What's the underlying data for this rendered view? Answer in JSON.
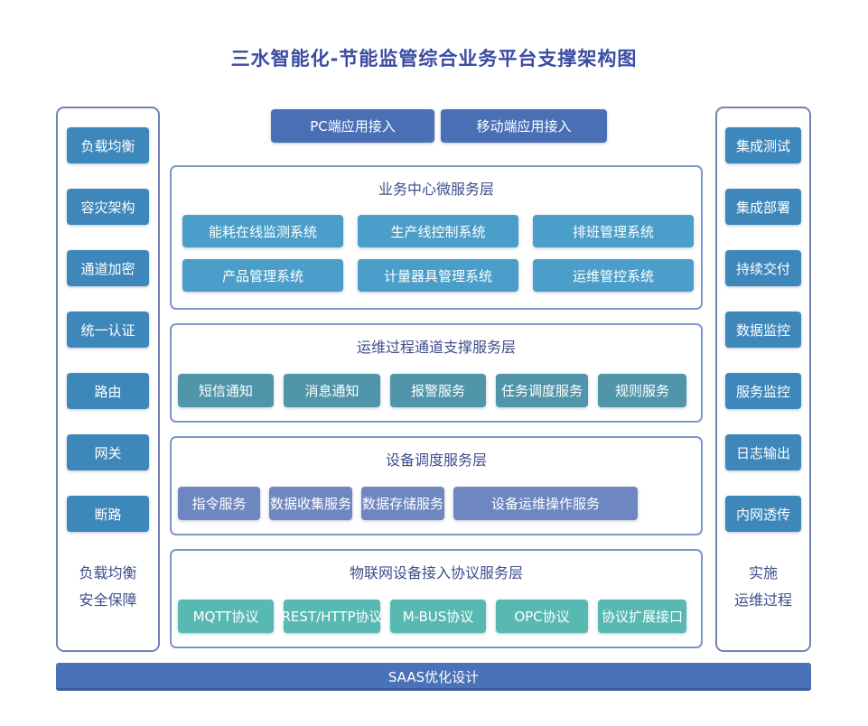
{
  "title": "三水智能化-节能监管综合业务平台支撑架构图",
  "top_boxes": [
    "PC端应用接入",
    "移动端应用接入"
  ],
  "left_panel": {
    "items": [
      "负载均衡",
      "容灾架构",
      "通道加密",
      "统一认证",
      "路由",
      "网关",
      "断路"
    ],
    "caption": [
      "负载均衡",
      "安全保障"
    ]
  },
  "right_panel": {
    "items": [
      "集成测试",
      "集成部署",
      "持续交付",
      "数据监控",
      "服务监控",
      "日志输出",
      "内网透传"
    ],
    "caption": [
      "实施",
      "运维过程"
    ]
  },
  "layers": [
    {
      "title": "业务中心微服务层",
      "items": [
        "能耗在线监测系统",
        "生产线控制系统",
        "排班管理系统",
        "产品管理系统",
        "计量器具管理系统",
        "运维管控系统"
      ]
    },
    {
      "title": "运维过程通道支撑服务层",
      "items": [
        "短信通知",
        "消息通知",
        "报警服务",
        "任务调度服务",
        "规则服务"
      ]
    },
    {
      "title": "设备调度服务层",
      "items": [
        "指令服务",
        "数据收集服务",
        "数据存储服务",
        "设备运维操作服务"
      ]
    },
    {
      "title": "物联网设备接入协议服务层",
      "items": [
        "MQTT协议",
        "REST/HTTP协议",
        "M-BUS协议",
        "OPC协议",
        "协议扩展接口"
      ]
    }
  ],
  "bottom_bar": "SAAS优化设计",
  "colors": {
    "title_text": "#3b4ba3",
    "side_box": "#3e87bb",
    "layer1_box": "#4a9ec9",
    "layer2_box": "#5195aa",
    "layer3_box": "#6f87c0",
    "layer4_box": "#57b9b1",
    "top_box": "#4a6fb5",
    "bottom_bar": "#4a72b8",
    "panel_border": "#7282b4",
    "layer_border": "#7e96c8",
    "label_text": "#3d4e8c"
  }
}
